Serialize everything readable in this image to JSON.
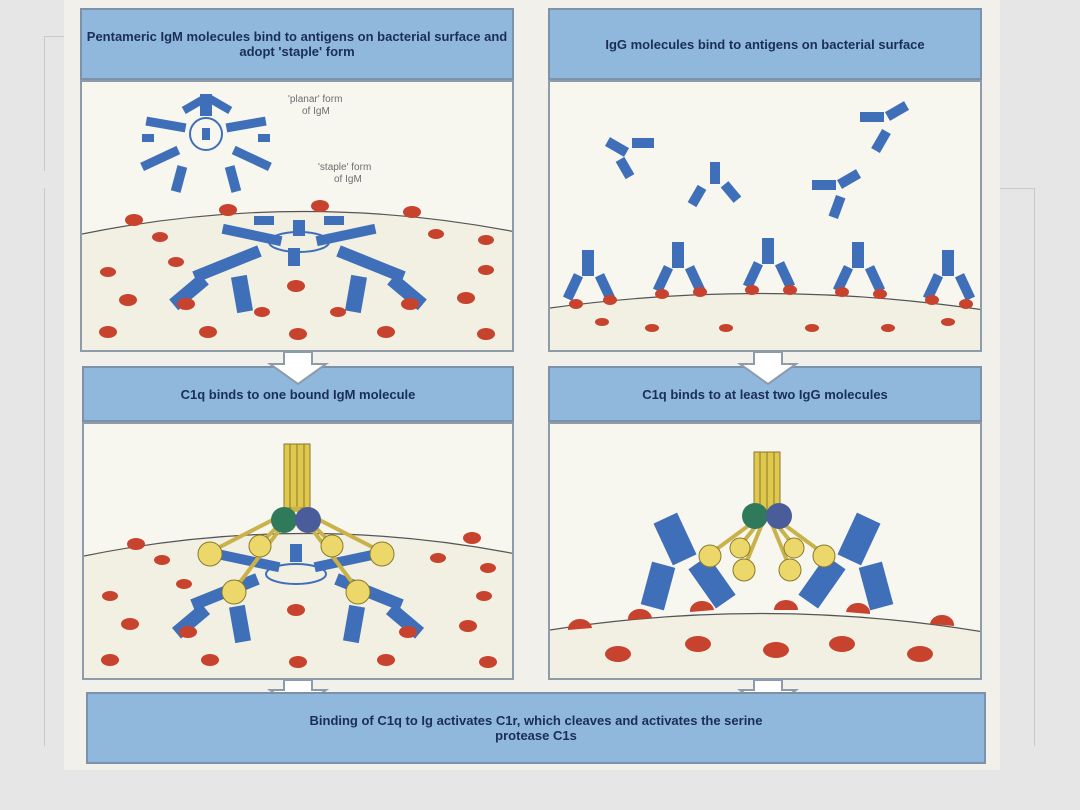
{
  "headers": {
    "top_left": "Pentameric IgM molecules bind to antigens on bacterial surface and adopt 'staple' form",
    "top_right": "IgG molecules bind to antigens on bacterial surface",
    "mid_left": "C1q binds to one bound IgM molecule",
    "mid_right": "C1q binds to at least two IgG molecules",
    "bottom": "Binding of C1q to Ig activates C1r, which cleaves and activates the serine protease C1s"
  },
  "annotations": {
    "planar_1": "'planar' form",
    "planar_2": "of IgM",
    "staple_1": "'staple' form",
    "staple_2": "of IgM"
  },
  "colors": {
    "antibody": "#3f6fb8",
    "antigen": "#c8432e",
    "c1q_head": "#ecd86a",
    "c1q_stem": "#e0c84e",
    "c1r": "#2f7a5a",
    "c1s": "#4a5d9a",
    "header_fill": "#8fb8dc"
  }
}
